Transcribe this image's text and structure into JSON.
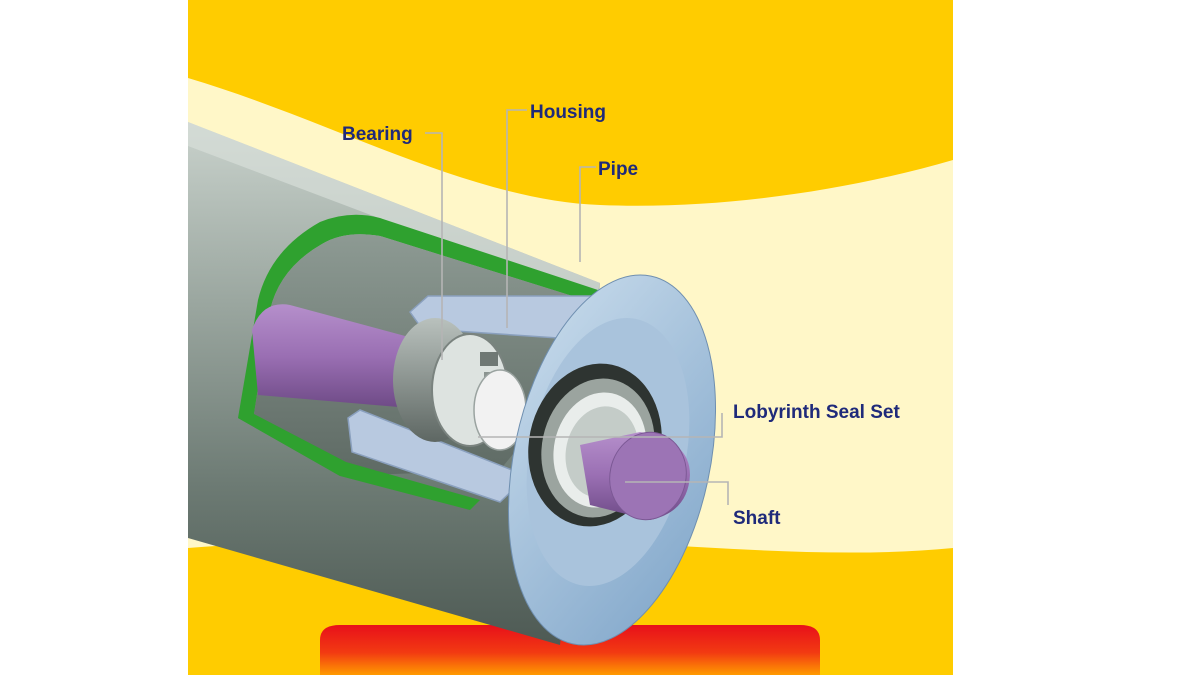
{
  "diagram": {
    "colors": {
      "background_yellow": "#FFCC00",
      "cream": "#FFF7C8",
      "label_navy": "#1F2A7A",
      "leader_line": "#B5B5B5",
      "pipe_shell": "#7E8C86",
      "lining_green": "#2FA12F",
      "end_cap": "#8FB4D6",
      "shaft_purple": "#9A6FB3",
      "base_red": "#E8101A",
      "base_orange": "#FF8A00"
    },
    "labels": {
      "bearing": "Bearing",
      "housing": "Housing",
      "pipe": "Pipe",
      "seal": "Lobyrinth Seal Set",
      "shaft": "Shaft"
    }
  }
}
